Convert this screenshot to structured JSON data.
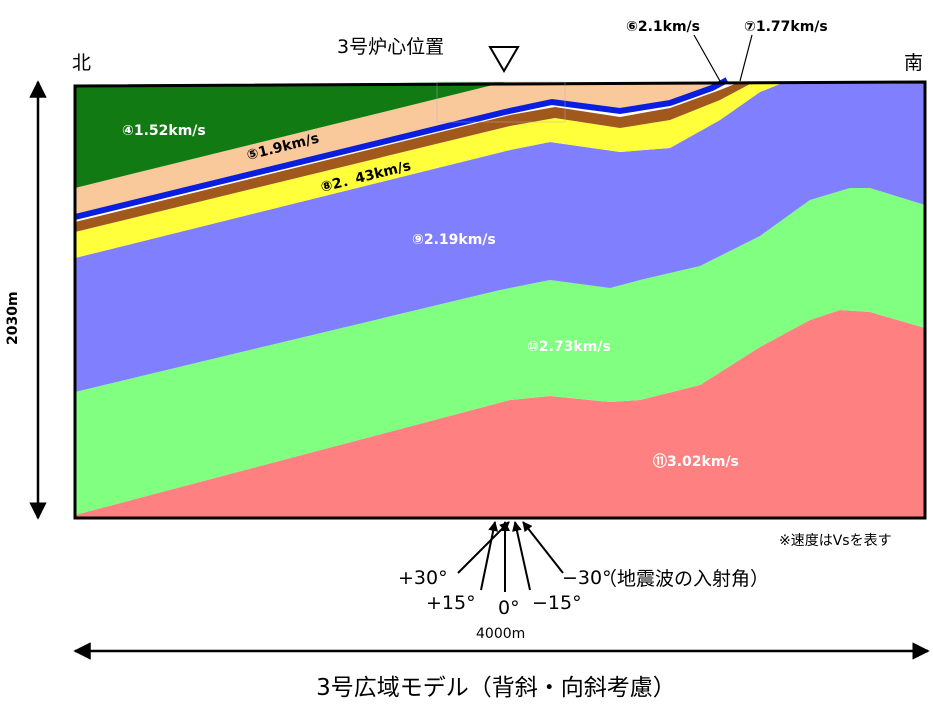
{
  "markers": {
    "reactor_label": "3号炉心位置",
    "north": "北",
    "south": "南"
  },
  "layers": [
    {
      "id": "layer-4",
      "label": "④1.52km/s",
      "color": "#127a12"
    },
    {
      "id": "layer-5",
      "label": "⑤1.9km/s",
      "color": "#f9c89b"
    },
    {
      "id": "layer-6",
      "label": "⑥2.1km/s",
      "color": "#0a1ee0"
    },
    {
      "id": "layer-7",
      "label": "⑦1.77km/s",
      "color": "#a0581c"
    },
    {
      "id": "layer-8",
      "label": "⑧2．43km/s",
      "color": "#ffff3c"
    },
    {
      "id": "layer-9",
      "label": "⑨2.19km/s",
      "color": "#8080ff"
    },
    {
      "id": "layer-10",
      "label": "⑩2.73km/s",
      "color": "#80ff80"
    },
    {
      "id": "layer-11",
      "label": "⑪3.02km/s",
      "color": "#ff8080"
    }
  ],
  "dimensions": {
    "depth": "2030m",
    "width": "4000m"
  },
  "note": "※速度はVsを表す",
  "incidence": {
    "angles": [
      "+30°",
      "+15°",
      "0°",
      "−15°",
      "−30°"
    ],
    "caption": "（地震波の入射角）"
  },
  "title": "3号広域モデル（背斜・向斜考慮）"
}
